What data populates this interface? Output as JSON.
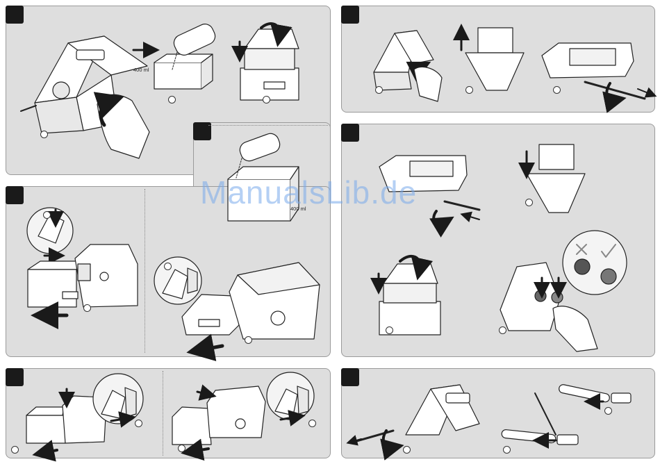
{
  "labels": {
    "volume_a": "400 ml",
    "volume_b": "400 ml"
  },
  "watermark": "ManualsLib.de",
  "colors": {
    "panel_bg": "#dedede",
    "badge": "#1a1a1a",
    "arrow": "#1a1a1a",
    "watermark": "#78aaeb"
  },
  "icons": {
    "cross": "cross-icon",
    "check": "check-icon"
  }
}
